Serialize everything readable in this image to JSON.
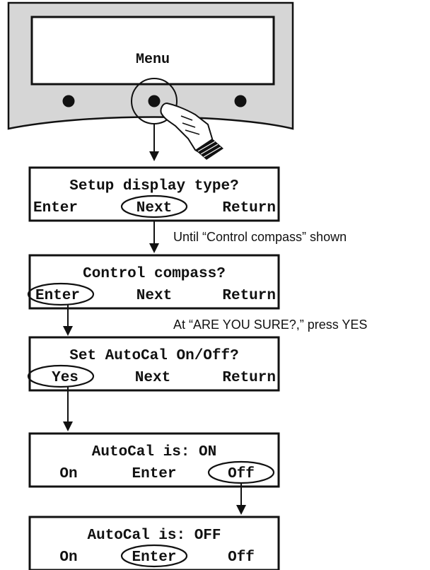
{
  "device": {
    "screen_text": "Menu",
    "panel_color": "#d6d6d6"
  },
  "screens": [
    {
      "title": "Setup display type?",
      "options": [
        "Enter",
        "Next",
        "Return"
      ],
      "selected": 1
    },
    {
      "title": "Control compass?",
      "options": [
        "Enter",
        "Next",
        "Return"
      ],
      "selected": 0
    },
    {
      "title": "Set AutoCal On/Off?",
      "options": [
        "Yes",
        "Next",
        "Return"
      ],
      "selected": 0
    },
    {
      "title": "AutoCal is: ON",
      "options": [
        "On",
        "Enter",
        "Off"
      ],
      "selected": 2
    },
    {
      "title": "AutoCal is: OFF",
      "options": [
        "On",
        "Enter",
        "Off"
      ],
      "selected": 1
    }
  ],
  "notes": {
    "step1": "Until “Control compass” shown",
    "step2": "At “ARE YOU SURE?,” press YES"
  },
  "icons": [
    "button-icon",
    "pointing-hand-icon"
  ]
}
